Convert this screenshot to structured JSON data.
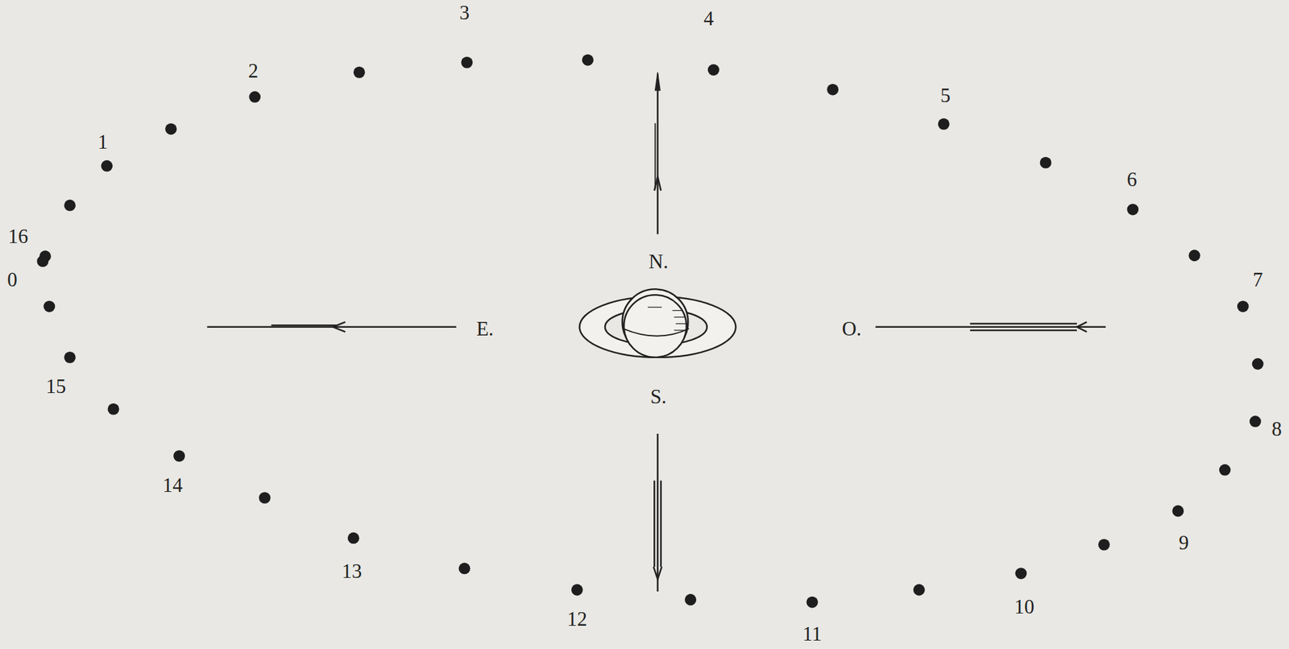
{
  "diagram": {
    "labels": [
      "3",
      "4",
      "2",
      "5",
      "1",
      "6",
      "16",
      "N.",
      "E.",
      "O.",
      "0",
      "7",
      "S.",
      "15",
      "8",
      "14",
      "9",
      "13",
      "10",
      "12",
      "11"
    ]
  }
}
